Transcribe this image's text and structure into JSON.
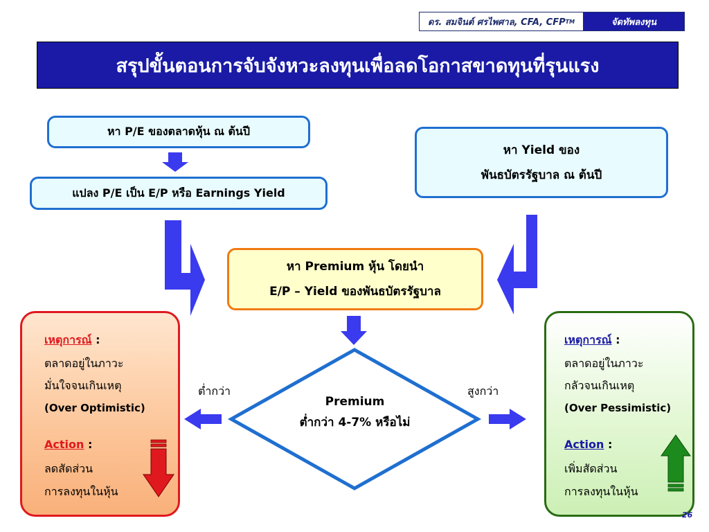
{
  "header": {
    "author": "ดร. สมจินต์ ศรไพศาล, CFA, CFP",
    "author_tm": "TM",
    "organization": "จัดทัพลงทุน"
  },
  "title": "สรุปขั้นตอนการจับจังหวะลงทุนเพื่อลดโอกาสขาดทุนที่รุนแรง",
  "steps": {
    "pe": "หา P/E ของตลาดหุ้น ณ ต้นปี",
    "ep": "แปลง P/E เป็น E/P หรือ Earnings Yield",
    "yield_line1": "หา Yield ของ",
    "yield_line2": "พันธบัตรรัฐบาล ณ ต้นปี",
    "premium_line1": "หา Premium หุ้น โดยนำ",
    "premium_line2": "E/P – Yield ของพันธบัตรรัฐบาล"
  },
  "decision": {
    "line1": "Premium",
    "line2": "ต่ำกว่า 4-7% หรือไม่",
    "left_label": "ต่ำกว่า",
    "right_label": "สูงกว่า"
  },
  "left_panel": {
    "event_label": "เหตุการณ์",
    "colon": " :",
    "event_line1": "ตลาดอยู่ในภาวะ",
    "event_line2": "มั่นใจจนเกินเหตุ",
    "event_en": "(Over Optimistic)",
    "action_label": "Action",
    "action_line1": "ลดสัดส่วน",
    "action_line2": "การลงทุนในหุ้น"
  },
  "right_panel": {
    "event_label": "เหตุการณ์",
    "colon": " :",
    "event_line1": "ตลาดอยู่ในภาวะ",
    "event_line2": "กลัวจนเกินเหตุ",
    "event_en": "(Over Pessimistic)",
    "action_label": "Action",
    "action_line1": "เพิ่มสัดส่วน",
    "action_line2": "การลงทุนในหุ้น"
  },
  "page_number": "26",
  "colors": {
    "primary_blue": "#1a1aa6",
    "arrow_blue": "#3a3aef",
    "cyan_border": "#1f6fd0",
    "orange_border": "#f07a10",
    "red": "#e0191f",
    "green": "#2a6b14"
  }
}
